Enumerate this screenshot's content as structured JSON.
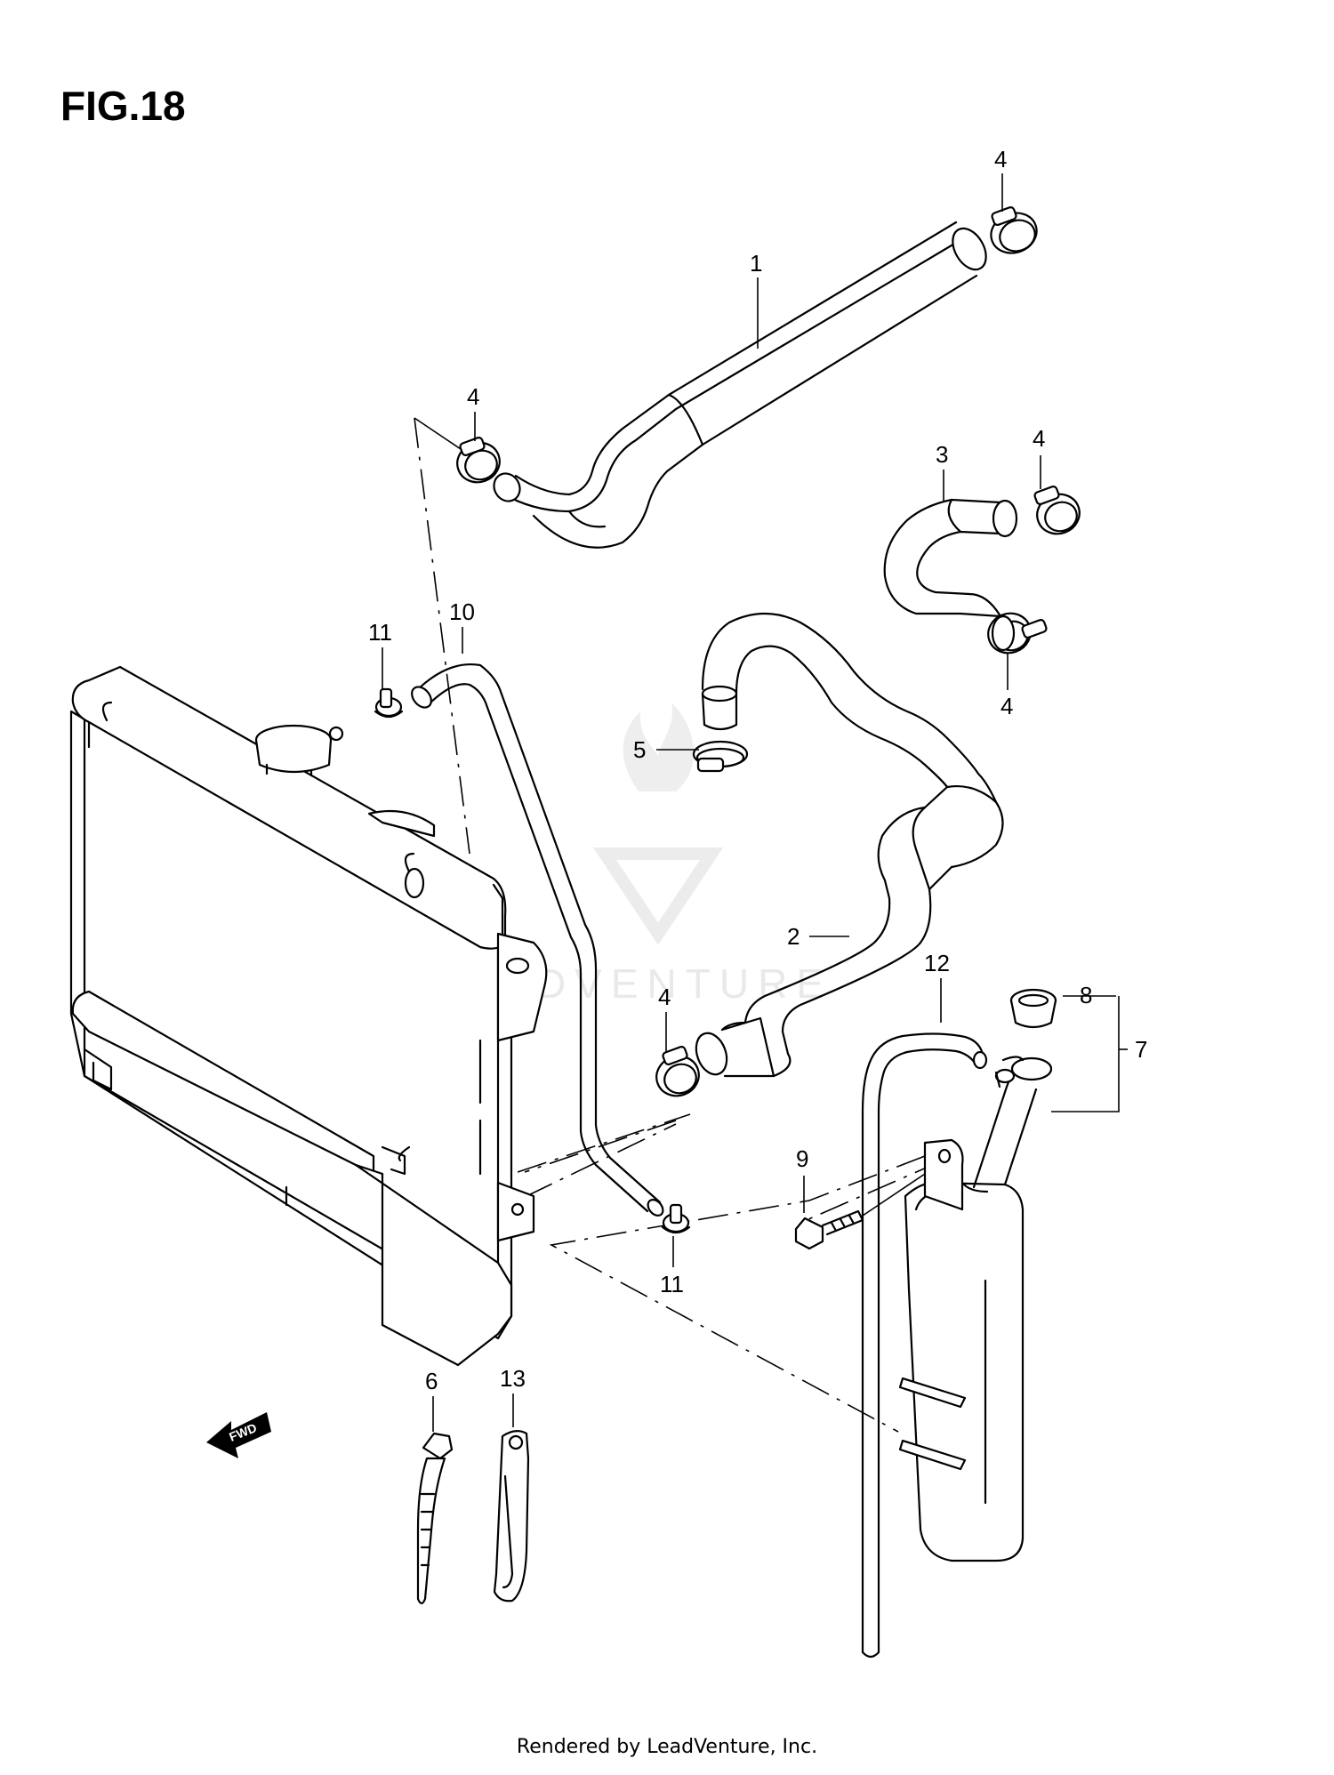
{
  "figure_title": "FIG.18",
  "watermark_text": "LEADVENTURE",
  "fwd_label": "FWD",
  "footer": "Rendered by LeadVenture, Inc.",
  "callouts": {
    "c1": "1",
    "c2": "2",
    "c3": "3",
    "c4a": "4",
    "c4b": "4",
    "c4c": "4",
    "c4d": "4",
    "c4e": "4",
    "c5": "5",
    "c6": "6",
    "c7": "7",
    "c8": "8",
    "c9": "9",
    "c10": "10",
    "c11a": "11",
    "c11b": "11",
    "c12": "12",
    "c13": "13"
  }
}
